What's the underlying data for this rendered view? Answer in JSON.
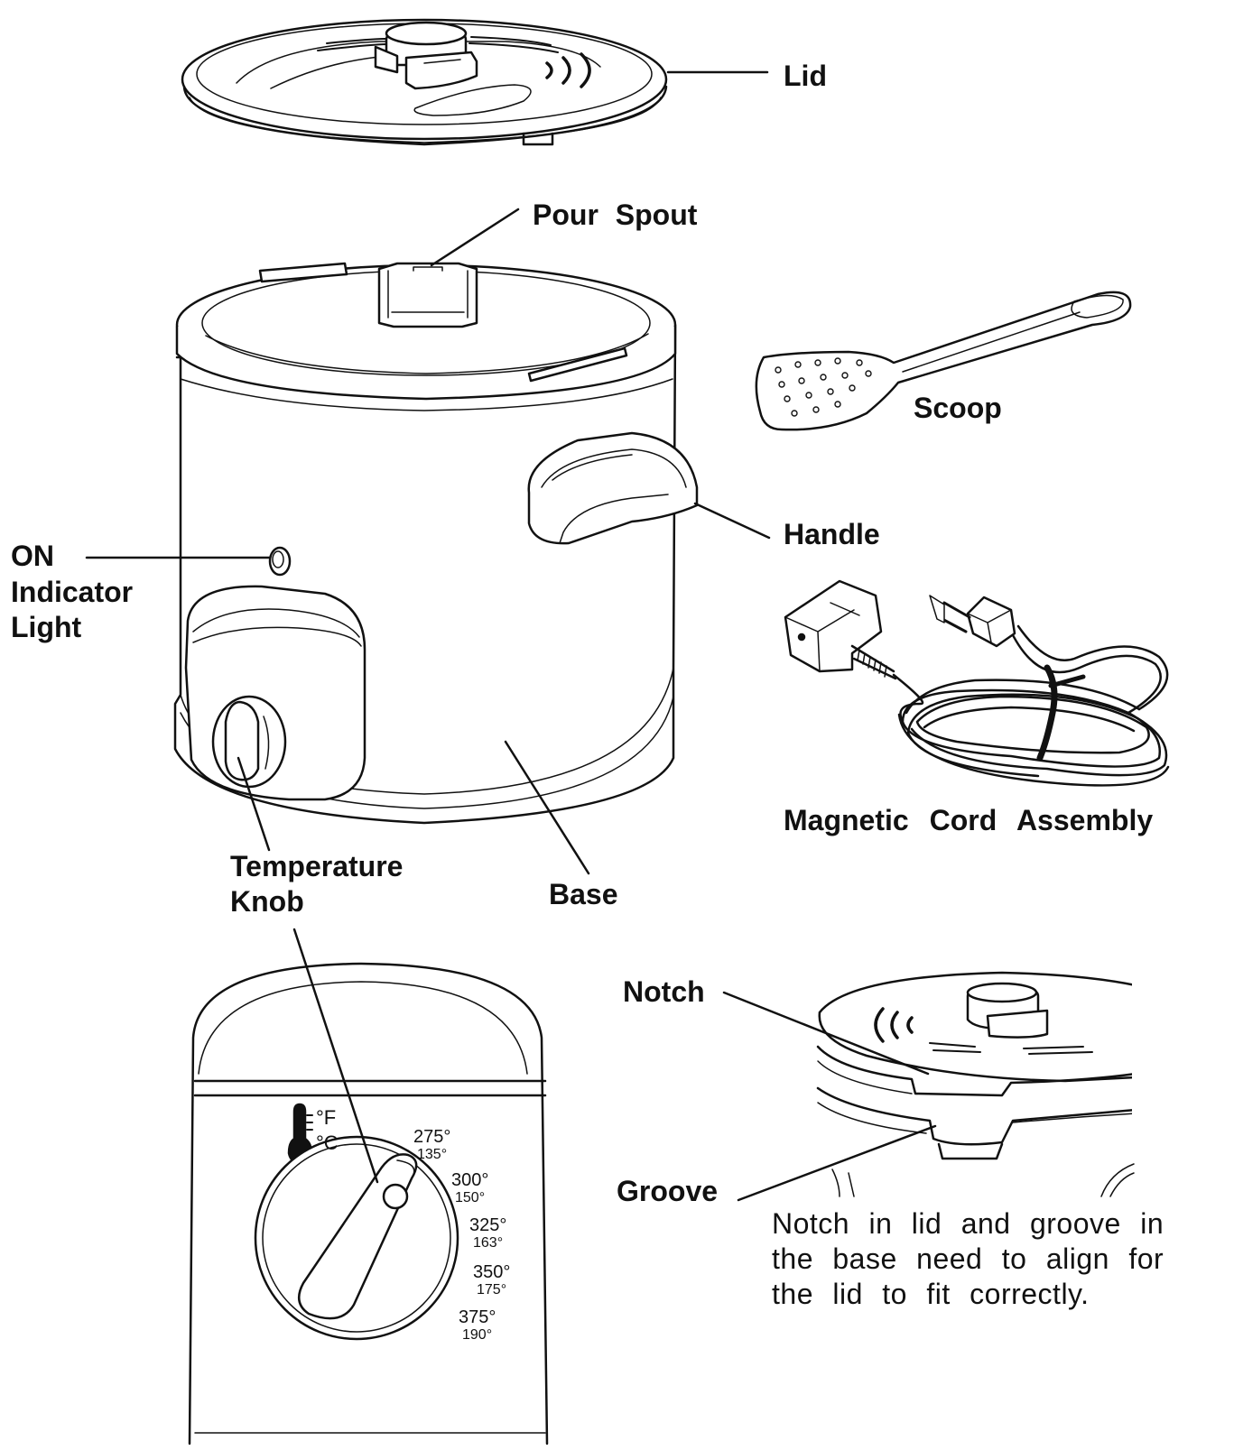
{
  "labels": {
    "lid": "Lid",
    "pour_spout": "Pour Spout",
    "scoop": "Scoop",
    "handle": "Handle",
    "on_indicator_1": "ON",
    "on_indicator_2": "Indicator",
    "on_indicator_3": "Light",
    "magnetic_cord": "Magnetic Cord Assembly",
    "temperature_knob_1": "Temperature",
    "temperature_knob_2": "Knob",
    "base": "Base",
    "notch": "Notch",
    "groove": "Groove"
  },
  "note": {
    "line1": "Notch in lid and groove in",
    "line2": "the base need to align for",
    "line3": "the lid to fit correctly."
  },
  "dial": {
    "unit_f": "°F",
    "unit_c": "°C",
    "marks": [
      {
        "f": "275°",
        "c": "135°"
      },
      {
        "f": "300°",
        "c": "150°"
      },
      {
        "f": "325°",
        "c": "163°"
      },
      {
        "f": "350°",
        "c": "175°"
      },
      {
        "f": "375°",
        "c": "190°"
      }
    ]
  }
}
